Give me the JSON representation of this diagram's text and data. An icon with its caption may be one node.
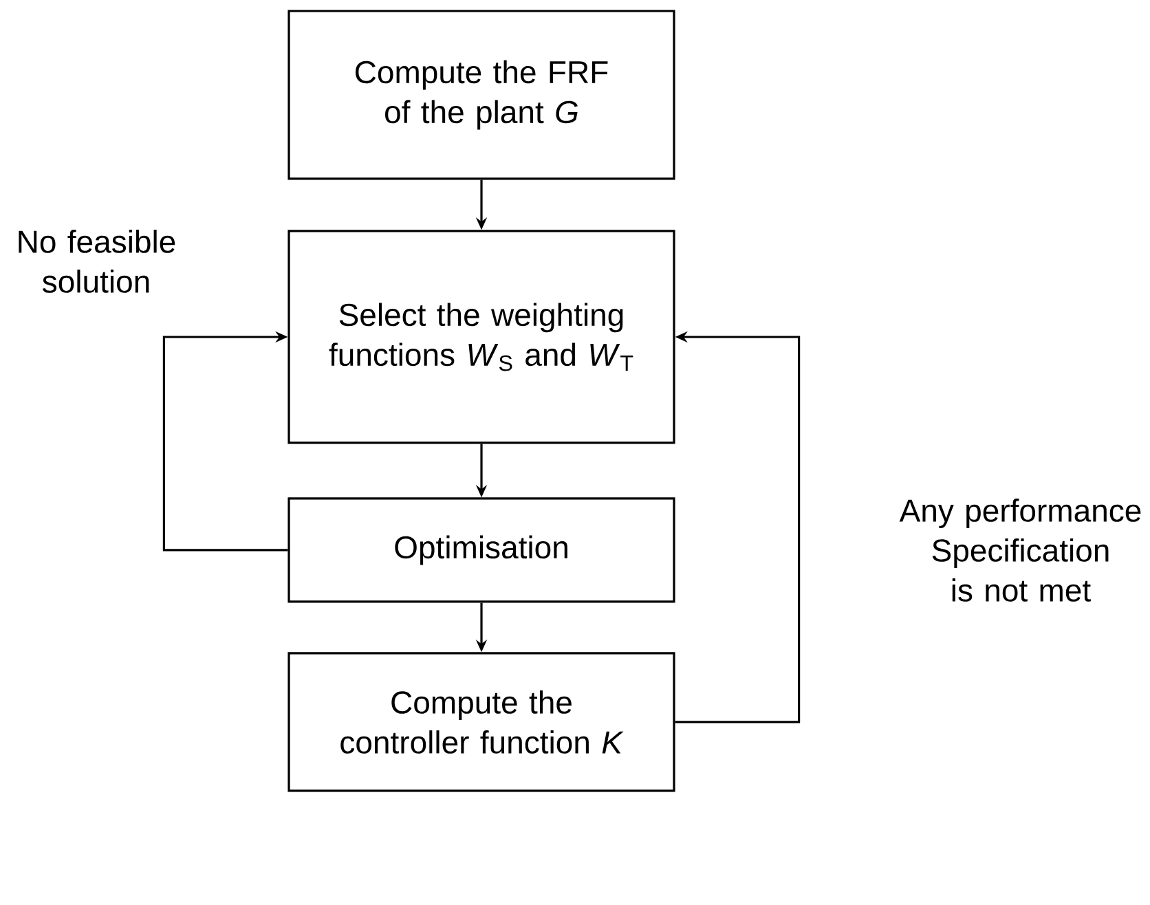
{
  "diagram": {
    "nodes": [
      {
        "text": [
          "Compute the FRF of the plant *G*"
        ]
      },
      {
        "text": [
          "Select the weighting functions *W*$_{S}$ and *W*$_{T}$"
        ]
      },
      {
        "text": [
          "Optimisation"
        ]
      },
      {
        "text": [
          "Compute the controller function *K*"
        ]
      }
    ],
    "edges": [
      {
        "from": 0,
        "to": 1,
        "arrow": "to"
      },
      {
        "from": 1,
        "to": 2,
        "arrow": "to"
      },
      {
        "from": 2,
        "to": 3,
        "arrow": "to"
      },
      {
        "from": 2,
        "to": 1,
        "arrow": "to",
        "label": "No feasible solution"
      },
      {
        "from": 3,
        "to": 1,
        "arrow": "to",
        "label": "Any performance Specification is not met"
      }
    ]
  }
}
